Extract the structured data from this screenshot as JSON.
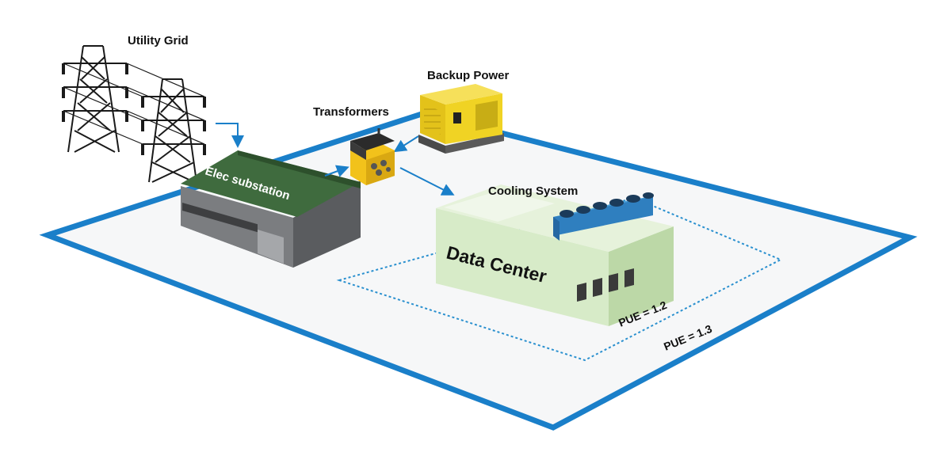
{
  "labels": {
    "utility_grid": "Utility Grid",
    "backup_power": "Backup Power",
    "transformers": "Transformers",
    "substation": "Elec substation",
    "cooling_system": "Cooling System",
    "data_center": "Data Center",
    "pue_inner": "PUE = 1.2",
    "pue_outer": "PUE = 1.3"
  },
  "colors": {
    "site_border": "#1a7fc9",
    "site_fill": "#f6f7f8",
    "flow_arrow": "#1a7fc9",
    "pue_boundary": "#2a90cf",
    "substation_roof": "#3f6b3e",
    "substation_wall": "#7b7d80",
    "generator": "#ecd021",
    "transformer": "#f2c21b",
    "data_center_wall": "#d7ebc8",
    "cooling_units": "#3b8fcc"
  }
}
